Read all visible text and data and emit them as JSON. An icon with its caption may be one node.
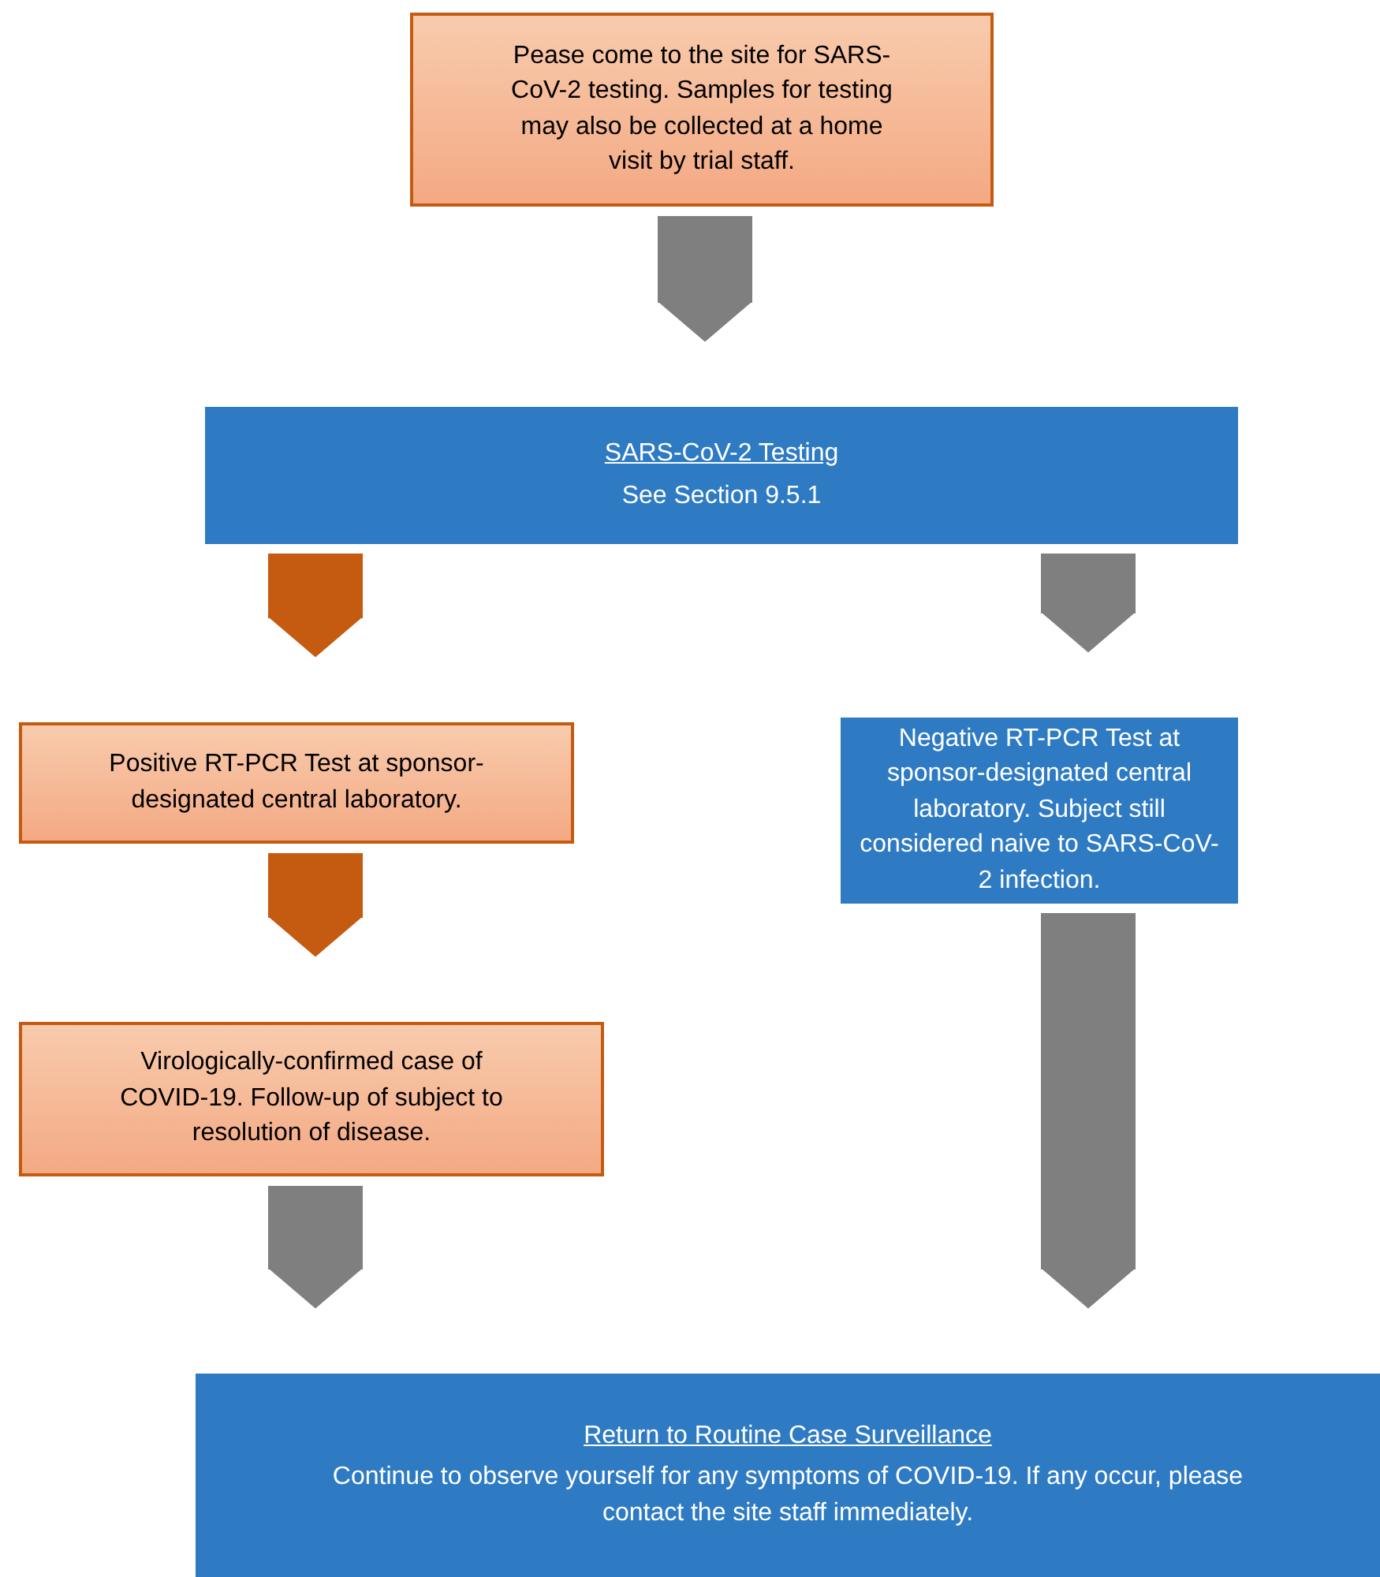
{
  "diagram": {
    "nodes": [
      {
        "text": [
          "Pease come to the site for SARS-CoV-2 testing. Samples for testing may also be collected at a home visit by trial staff."
        ]
      },
      {
        "text": [
          "SARS-CoV-2 Testing",
          "See Section 9.5.1"
        ]
      },
      {
        "text": [
          "Positive RT-PCR Test at sponsor-designated central laboratory."
        ]
      },
      {
        "text": [
          "Negative RT-PCR Test at sponsor-designated central laboratory. Subject still considered naive to SARS-CoV-2 infection."
        ]
      },
      {
        "text": [
          "Virologically-confirmed case of COVID-19. Follow-up of subject to resolution of disease."
        ]
      },
      {
        "text": [
          "Return to Routine Case Surveillance",
          "Continue to observe yourself for any symptoms of COVID-19. If any occur, please contact the site staff immediately."
        ]
      }
    ],
    "edges": [
      {
        "from": 0,
        "to": 1,
        "arrow": "to"
      },
      {
        "from": 1,
        "to": 2,
        "arrow": "to",
        "color": "#c55a11"
      },
      {
        "from": 1,
        "to": 3,
        "arrow": "to"
      },
      {
        "from": 2,
        "to": 4,
        "arrow": "to",
        "color": "#c55a11"
      },
      {
        "from": 4,
        "to": 5,
        "arrow": "to"
      },
      {
        "from": 3,
        "to": 5,
        "arrow": "to"
      }
    ]
  }
}
